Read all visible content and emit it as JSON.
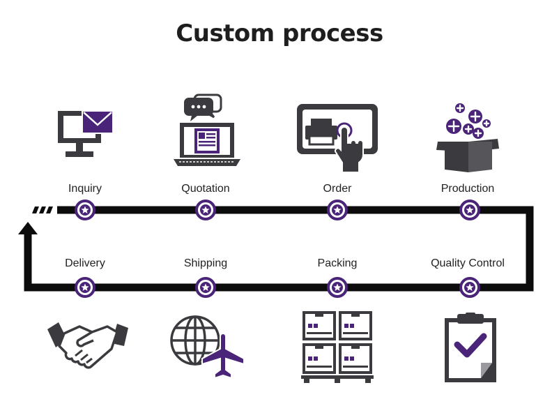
{
  "title": "Custom process",
  "colors": {
    "accent": "#4a2478",
    "dark": "#3b3b3f",
    "line": "#0c0c0c"
  },
  "steps_top": [
    {
      "label": "Inquiry",
      "icon": "monitor-mail-icon"
    },
    {
      "label": "Quotation",
      "icon": "laptop-quotation-icon"
    },
    {
      "label": "Order",
      "icon": "touch-order-icon"
    },
    {
      "label": "Production",
      "icon": "box-production-icon"
    }
  ],
  "steps_bottom": [
    {
      "label": "Delivery",
      "icon": "handshake-icon"
    },
    {
      "label": "Shipping",
      "icon": "globe-plane-icon"
    },
    {
      "label": "Packing",
      "icon": "packed-boxes-icon"
    },
    {
      "label": "Quality Control",
      "icon": "clipboard-check-icon"
    }
  ]
}
